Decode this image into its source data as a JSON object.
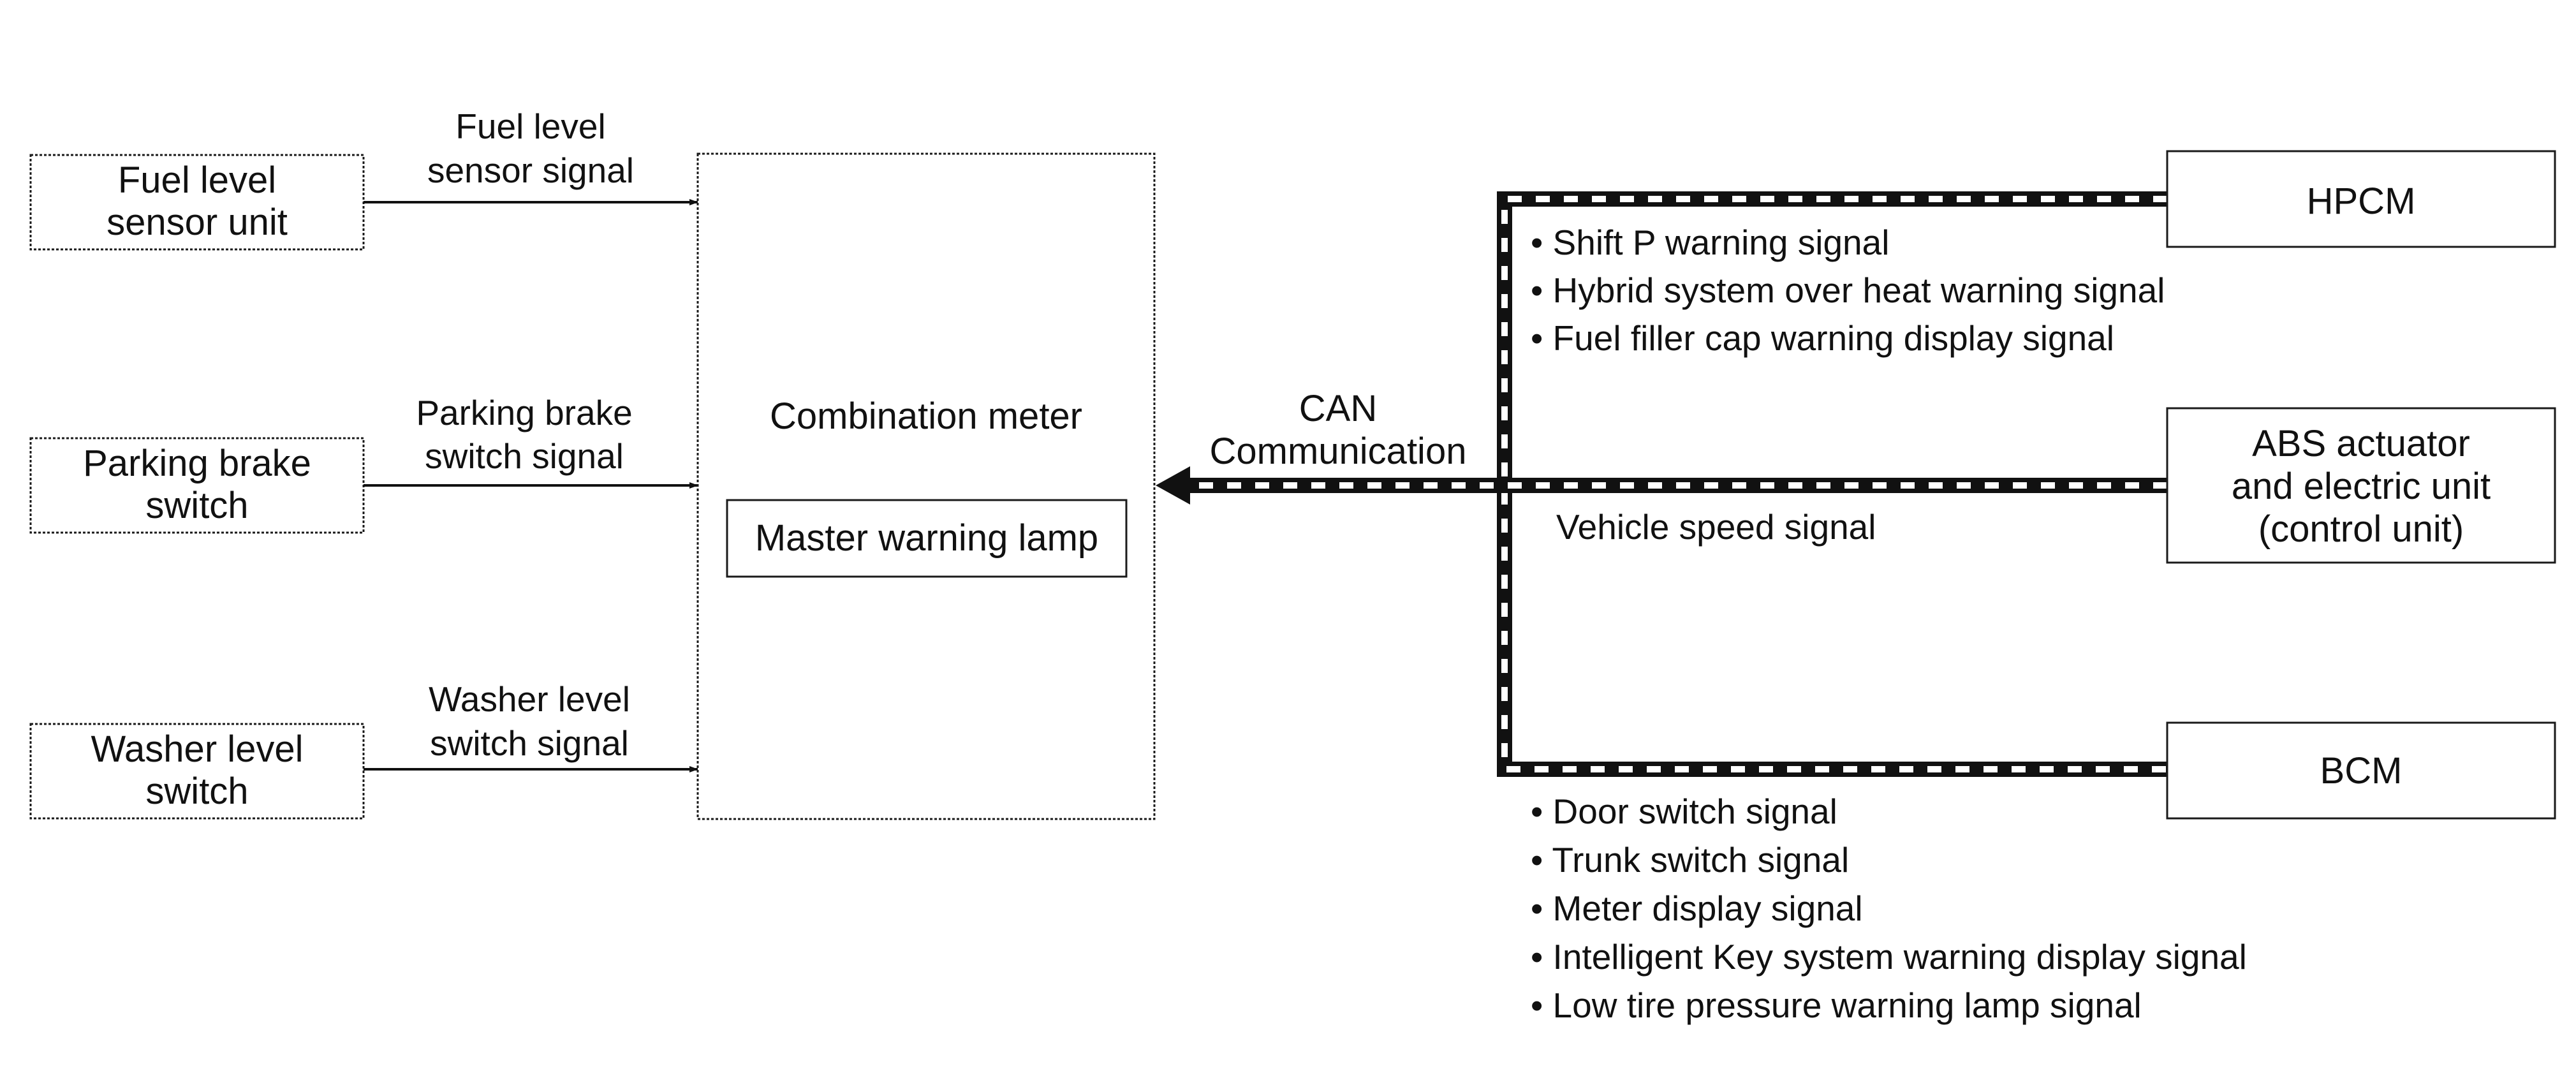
{
  "inputs": [
    {
      "box_lines": [
        "Fuel level",
        "sensor unit"
      ],
      "signal_lines": [
        "Fuel level",
        "sensor signal"
      ]
    },
    {
      "box_lines": [
        "Parking brake",
        "switch"
      ],
      "signal_lines": [
        "Parking brake",
        "switch signal"
      ]
    },
    {
      "box_lines": [
        "Washer level",
        "switch"
      ],
      "signal_lines": [
        "Washer level",
        "switch signal"
      ]
    }
  ],
  "meter": {
    "title": "Combination meter",
    "lamp": "Master warning lamp"
  },
  "can": {
    "lines": [
      "CAN",
      "Communication"
    ]
  },
  "units": {
    "hpcm": {
      "lines": [
        "HPCM"
      ]
    },
    "abs": {
      "lines": [
        "ABS actuator",
        "and electric unit",
        "(control unit)"
      ]
    },
    "bcm": {
      "lines": [
        "BCM"
      ]
    }
  },
  "signals": {
    "hpcm": [
      "Shift P warning signal",
      "Hybrid system over heat warning signal",
      "Fuel filler cap warning display signal"
    ],
    "abs": "Vehicle speed signal",
    "bcm": [
      "Door switch signal",
      "Trunk switch signal",
      "Meter display signal",
      "Intelligent Key system warning display signal",
      "Low tire pressure warning lamp signal"
    ]
  }
}
